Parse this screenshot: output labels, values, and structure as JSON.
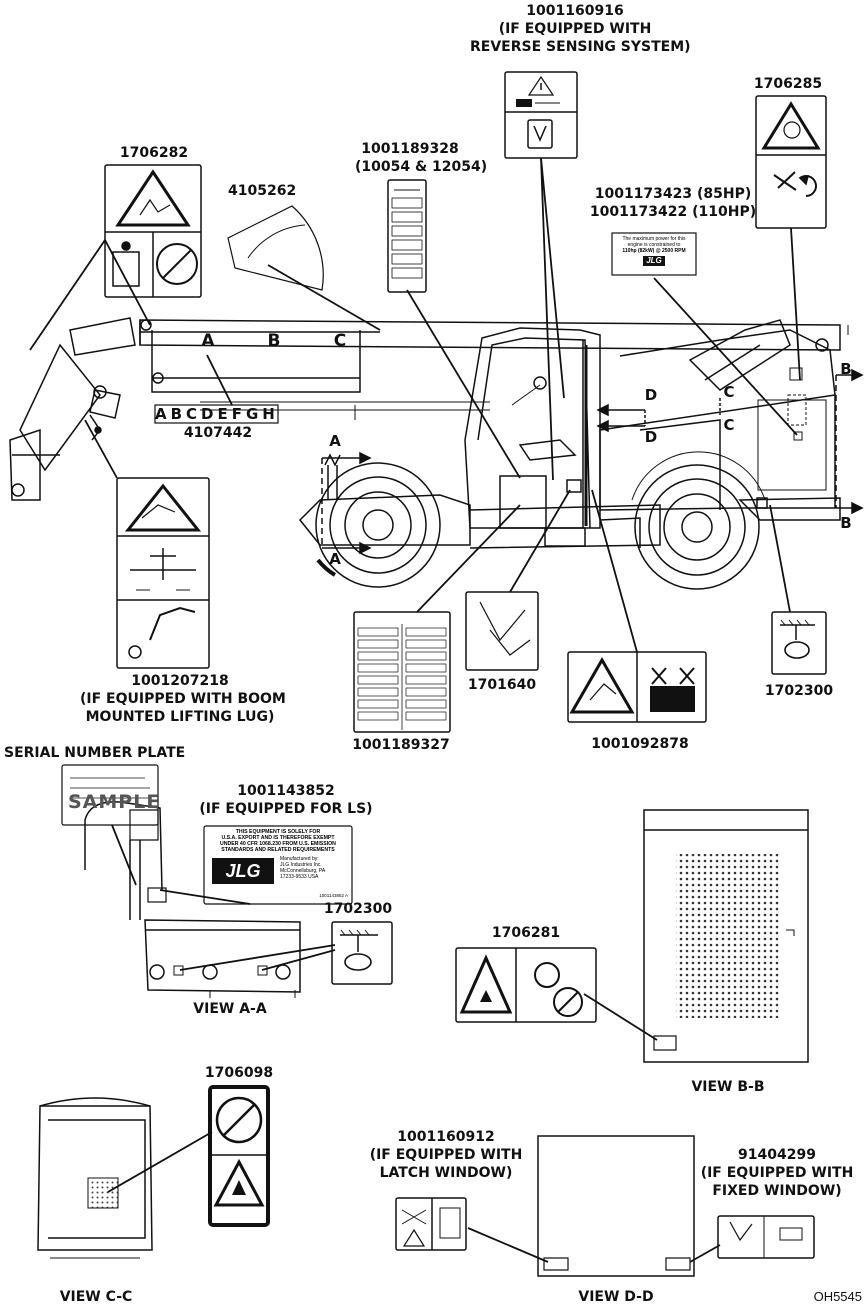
{
  "decals": {
    "d1001160916": {
      "part": "1001160916",
      "note1": "(IF EQUIPPED WITH",
      "note2": "REVERSE SENSING SYSTEM)"
    },
    "d1706285": {
      "part": "1706285"
    },
    "d1706282": {
      "part": "1706282"
    },
    "d1001189328": {
      "part": "1001189328",
      "note": "(10054 & 12054)"
    },
    "d4105262": {
      "part": "4105262"
    },
    "d1001173423": {
      "line1": "1001173423 (85HP)",
      "line2": "1001173422 (110HP)"
    },
    "d4107442": {
      "part": "4107442",
      "letters": "ABCDEFGH"
    },
    "d1001207218": {
      "part": "1001207218",
      "note1": "(IF EQUIPPED WITH BOOM",
      "note2": "MOUNTED LIFTING LUG)"
    },
    "d1001189327": {
      "part": "1001189327"
    },
    "d1701640": {
      "part": "1701640"
    },
    "d1001092878": {
      "part": "1001092878"
    },
    "d1702300": {
      "part": "1702300"
    },
    "serial": {
      "title": "SERIAL NUMBER PLATE",
      "sample": "SAMPLE"
    },
    "d1001143852": {
      "part": "1001143852",
      "note": "(IF EQUIPPED FOR LS)"
    },
    "d1702300b": {
      "part": "1702300"
    },
    "d1706281": {
      "part": "1706281"
    },
    "d1706098": {
      "part": "1706098"
    },
    "d1001160912": {
      "part": "1001160912",
      "note1": "(IF EQUIPPED WITH",
      "note2": "LATCH WINDOW)"
    },
    "d91404299": {
      "part": "91404299",
      "note1": "(IF EQUIPPED WITH",
      "note2": "FIXED WINDOW)"
    }
  },
  "boom_letters": [
    "A",
    "B",
    "C"
  ],
  "section_markers": [
    "A",
    "A",
    "B",
    "B",
    "C",
    "C",
    "D",
    "D"
  ],
  "views": {
    "aa": "VIEW A-A",
    "bb": "VIEW B-B",
    "cc": "VIEW C-C",
    "dd": "VIEW D-D"
  },
  "power_decal_text": {
    "l1": "The maximum power for this",
    "l2": "engine is constrained to",
    "l3": "110hp (82kW) @ 2500 RPM",
    "brand": "JLG"
  },
  "ls_decal_text": {
    "l1": "THIS EQUIPMENT IS SOLELY FOR",
    "l2": "U.S.A. EXPORT AND IS THEREFORE EXEMPT",
    "l3": "UNDER 40 CFR 1068.230 FROM U.S. EMISSION",
    "l4": "STANDARDS AND RELATED REQUIREMENTS",
    "brand": "JLG",
    "m1": "Manufactured by:",
    "m2": "JLG Industries Inc.",
    "m3": "McConnellsburg, PA",
    "m4": "17233-9533 USA",
    "pn": "1001143852 A"
  },
  "drawing_id": "OH5545"
}
